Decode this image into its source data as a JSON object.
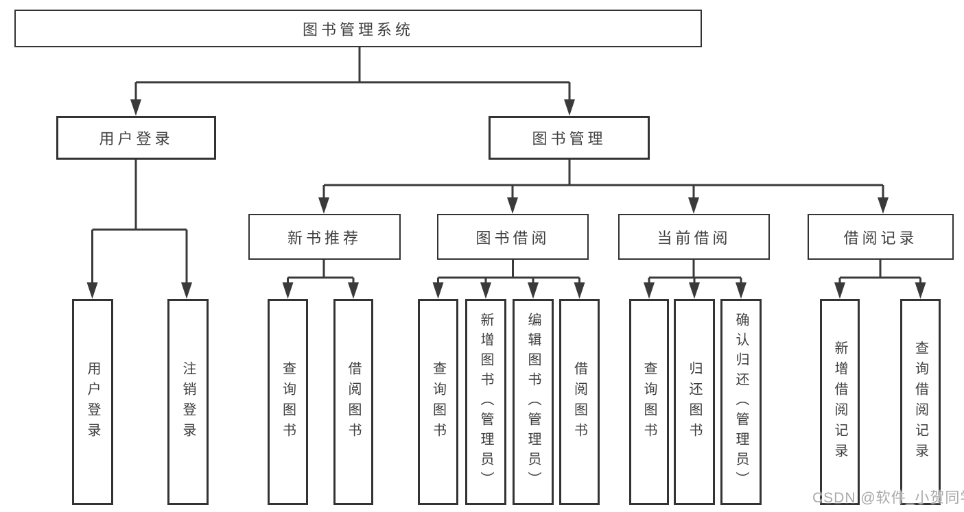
{
  "nodes": {
    "root": "图书管理系统",
    "level1": {
      "user_login": "用户登录",
      "book_mgmt": "图书管理"
    },
    "level2": {
      "new_book_rec": "新书推荐",
      "book_borrow": "图书借阅",
      "current_borrow": "当前借阅",
      "borrow_records": "借阅记录"
    },
    "leaves": [
      {
        "label": "用户登录"
      },
      {
        "label": "注销登录"
      },
      {
        "label": "查询图书"
      },
      {
        "label": "借阅图书"
      },
      {
        "label": "查询图书"
      },
      {
        "label": "新增图书（管理员）"
      },
      {
        "label": "编辑图书（管理员）"
      },
      {
        "label": "借阅图书"
      },
      {
        "label": "查询图书"
      },
      {
        "label": "归还图书"
      },
      {
        "label": "确认归还（管理员）"
      },
      {
        "label": "新增借阅记录"
      },
      {
        "label": "查询借阅记录"
      }
    ]
  },
  "watermark": "CSDN @软件_小贺同学",
  "colors": {
    "line": "#3a3a3a",
    "box_border": "#333333",
    "text": "#3f3f3f",
    "watermark": "#a9a9a9",
    "background": "#ffffff"
  }
}
